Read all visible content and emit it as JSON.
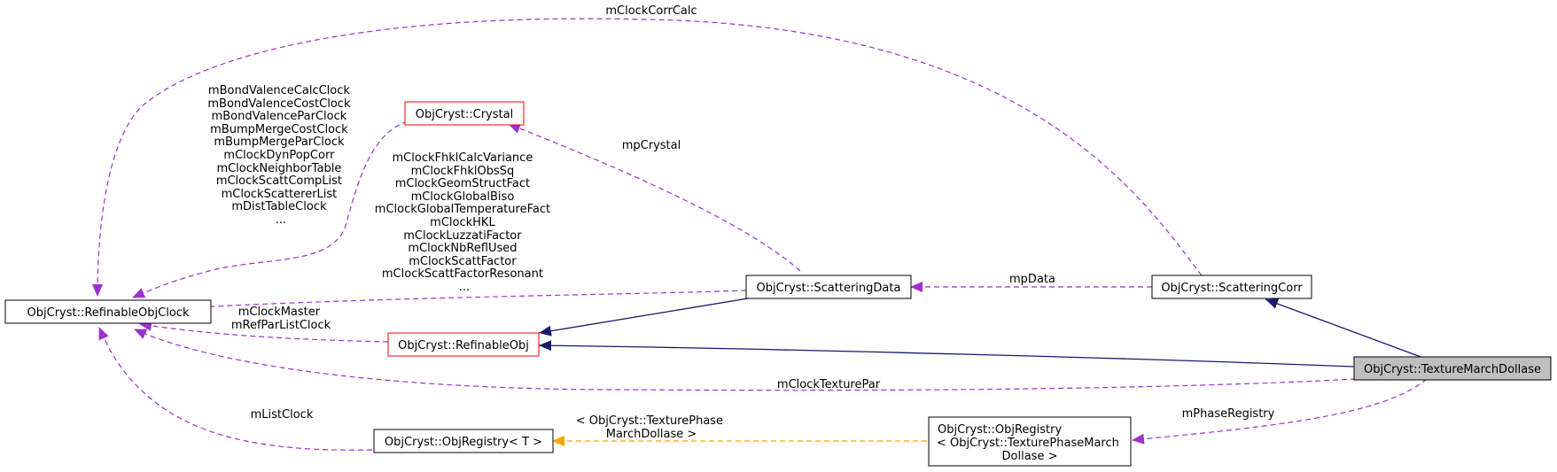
{
  "colors": {
    "node_border": "#000000",
    "node_border_incomplete": "#ff0000",
    "highlight_fill": "#bfbfbf",
    "inheritance_edge": "#191970",
    "usage_edge": "#9a32cd",
    "template_edge": "#ffa500"
  },
  "nodes": {
    "refinable_obj_clock": {
      "label": "ObjCryst::RefinableObjClock"
    },
    "crystal": {
      "label": "ObjCryst::Crystal"
    },
    "scattering_data": {
      "label": "ObjCryst::ScatteringData"
    },
    "scattering_corr": {
      "label": "ObjCryst::ScatteringCorr"
    },
    "refinable_obj": {
      "label": "ObjCryst::RefinableObj"
    },
    "texture_march_dollase": {
      "label": "ObjCryst::TextureMarchDollase"
    },
    "obj_registry_t": {
      "label": "ObjCryst::ObjRegistry< T >"
    },
    "obj_registry_texture": {
      "lines": [
        "ObjCryst::ObjRegistry",
        "< ObjCryst::TexturePhaseMarch",
        "Dollase >"
      ]
    }
  },
  "edge_labels": {
    "mclock_corr_calc": "mClockCorrCalc",
    "crystal_clocks": [
      "mBondValenceCalcClock",
      "mBondValenceCostClock",
      "mBondValenceParClock",
      "mBumpMergeCostClock",
      "mBumpMergeParClock",
      "mClockDynPopCorr",
      "mClockNeighborTable",
      "mClockScattCompList",
      "mClockScattererList",
      "mDistTableClock",
      "..."
    ],
    "scattering_clocks": [
      "mClockFhklCalcVariance",
      "mClockFhklObsSq",
      "mClockGeomStructFact",
      "mClockGlobalBiso",
      "mClockGlobalTemperatureFact",
      "mClockHKL",
      "mClockLuzzatiFactor",
      "mClockNbReflUsed",
      "mClockScattFactor",
      "mClockScattFactorResonant",
      "..."
    ],
    "mp_crystal": "mpCrystal",
    "mp_data": "mpData",
    "refinable_clocks": [
      "mClockMaster",
      "mRefParListClock"
    ],
    "mclock_texture_par": "mClockTexturePar",
    "mlist_clock": "mListClock",
    "mphase_registry": "mPhaseRegistry",
    "template_args": [
      "< ObjCryst::TexturePhase",
      "MarchDollase >"
    ]
  }
}
